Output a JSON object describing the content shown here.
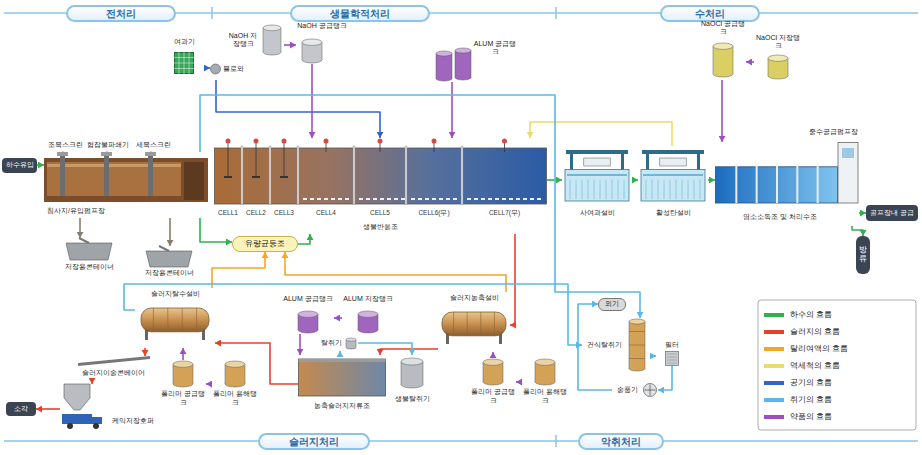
{
  "diagram": {
    "nodes": [
      {
        "text": [
          "전처리"
        ]
      },
      {
        "text": [
          "생물학적처리"
        ]
      },
      {
        "text": [
          "수처리"
        ]
      },
      {
        "text": [
          "하수유입"
        ]
      },
      {
        "text": [
          "침사지/유입펌프장"
        ]
      },
      {
        "text": [
          "저장용콘테이너"
        ]
      },
      {
        "text": [
          "저장용콘테이너"
        ]
      },
      {
        "text": [
          "여과기"
        ]
      },
      {
        "text": [
          "블로와"
        ]
      },
      {
        "text": [
          "NaOH 저장탱크"
        ]
      },
      {
        "text": [
          "NaOH 공급탱크"
        ]
      },
      {
        "text": [
          "ALUM 공급탱크"
        ]
      },
      {
        "text": [
          "생물반응조"
        ]
      },
      {
        "text": [
          "CELL1"
        ],
        "in": 12
      },
      {
        "text": [
          "CELL2"
        ],
        "in": 12
      },
      {
        "text": [
          "CELL3"
        ],
        "in": 12
      },
      {
        "text": [
          "CELL4"
        ],
        "in": 12
      },
      {
        "text": [
          "CELL5"
        ],
        "in": 12
      },
      {
        "text": [
          "CELL6(무)"
        ],
        "in": 12
      },
      {
        "text": [
          "CELL7(무)"
        ],
        "in": 12
      },
      {
        "text": [
          "유량균등조"
        ]
      },
      {
        "text": [
          "사여과설비"
        ]
      },
      {
        "text": [
          "활성탄설비"
        ]
      },
      {
        "text": [
          "NaOCl 공급탱크"
        ]
      },
      {
        "text": [
          "NaOCl 저장탱크"
        ]
      },
      {
        "text": [
          "염소소독조 및 처리수조"
        ]
      },
      {
        "text": [
          "중수공급펌프장"
        ]
      },
      {
        "text": [
          "골프장내 공급"
        ]
      },
      {
        "text": [
          "방류"
        ]
      },
      {
        "text": [
          "슬러지처리"
        ]
      },
      {
        "text": [
          "악취처리"
        ]
      },
      {
        "text": [
          "슬러지탈수설비"
        ]
      },
      {
        "text": [
          "슬러지이송콘베이어"
        ]
      },
      {
        "text": [
          "케익저장호퍼"
        ]
      },
      {
        "text": [
          "소각"
        ]
      },
      {
        "text": [
          "폴리머 공급탱크"
        ]
      },
      {
        "text": [
          "폴리머 용해탱크"
        ]
      },
      {
        "text": [
          "ALUM 공급탱크"
        ]
      },
      {
        "text": [
          "ALUM 저장탱크"
        ]
      },
      {
        "text": [
          "탈취기"
        ]
      },
      {
        "text": [
          "농축슬러지저류조"
        ]
      },
      {
        "text": [
          "생물탈취기"
        ]
      },
      {
        "text": [
          "슬러지농축설비"
        ]
      },
      {
        "text": [
          "폴리머 공급탱크"
        ]
      },
      {
        "text": [
          "폴리머 용해탱크"
        ]
      },
      {
        "text": [
          "외기"
        ]
      },
      {
        "text": [
          "건식탈취기"
        ]
      },
      {
        "text": [
          "필터"
        ]
      },
      {
        "text": [
          "송풍기"
        ]
      }
    ],
    "edges": [
      {
        "from": 3,
        "to": 4,
        "arrow": "to"
      },
      {
        "from": 4,
        "to": 20,
        "arrow": "to"
      },
      {
        "from": 20,
        "to": 12,
        "arrow": "to"
      },
      {
        "from": 12,
        "to": 21,
        "arrow": "to"
      },
      {
        "from": 21,
        "to": 22,
        "arrow": "to"
      },
      {
        "from": 22,
        "to": 25,
        "arrow": "to"
      },
      {
        "from": 25,
        "to": 27,
        "arrow": "to"
      },
      {
        "from": 25,
        "to": 28,
        "arrow": "to"
      },
      {
        "from": 4,
        "to": 5,
        "arrow": "to"
      },
      {
        "from": 4,
        "to": 6,
        "arrow": "to"
      },
      {
        "from": 7,
        "to": 8,
        "arrow": "to"
      },
      {
        "from": 8,
        "to": 12,
        "arrow": "to"
      },
      {
        "from": 9,
        "to": 10,
        "arrow": "to"
      },
      {
        "from": 10,
        "to": 12,
        "arrow": "to"
      },
      {
        "from": 11,
        "to": 12,
        "arrow": "to"
      },
      {
        "from": 24,
        "to": 23,
        "arrow": "to"
      },
      {
        "from": 23,
        "to": 25,
        "arrow": "to"
      },
      {
        "from": 12,
        "to": 42,
        "arrow": "to"
      },
      {
        "from": 42,
        "to": 40,
        "arrow": "to"
      },
      {
        "from": 40,
        "to": 31,
        "arrow": "to"
      },
      {
        "from": 31,
        "to": 32,
        "arrow": "to"
      },
      {
        "from": 32,
        "to": 33,
        "arrow": "to"
      },
      {
        "from": 33,
        "to": 34,
        "arrow": "to"
      },
      {
        "from": 31,
        "to": 20,
        "arrow": "to"
      },
      {
        "from": 42,
        "to": 20,
        "arrow": "to"
      },
      {
        "from": 22,
        "to": 12,
        "arrow": "to"
      },
      {
        "from": 4,
        "to": 46,
        "arrow": "to"
      },
      {
        "from": 31,
        "to": 46,
        "arrow": "to"
      },
      {
        "from": 40,
        "to": 39,
        "arrow": "to"
      },
      {
        "from": 39,
        "to": 41,
        "arrow": "to"
      },
      {
        "from": 46,
        "to": 47,
        "arrow": "to"
      },
      {
        "from": 47,
        "to": 48,
        "arrow": "to"
      },
      {
        "from": 48,
        "to": 45,
        "arrow": "to"
      },
      {
        "from": 36,
        "to": 35,
        "arrow": "to"
      },
      {
        "from": 35,
        "to": 31,
        "arrow": "to"
      },
      {
        "from": 38,
        "to": 37,
        "arrow": "to"
      },
      {
        "from": 37,
        "to": 40,
        "arrow": "to"
      },
      {
        "from": 44,
        "to": 43,
        "arrow": "to"
      },
      {
        "from": 43,
        "to": 42,
        "arrow": "to"
      }
    ],
    "labels": [
      "조목스크린",
      "협잡물파쇄기",
      "세목스크린"
    ],
    "legend": [
      {
        "text": "하수의 흐름",
        "color": "#2fb24c"
      },
      {
        "text": "슬러지의 흐름",
        "color": "#e8412b"
      },
      {
        "text": "탈리여액의 흐름",
        "color": "#f5a623"
      },
      {
        "text": "역세척의 흐름",
        "color": "#e9dc6a"
      },
      {
        "text": "공기의 흐름",
        "color": "#3463c9"
      },
      {
        "text": "취기의 흐름",
        "color": "#59b8e6"
      },
      {
        "text": "약품의 흐름",
        "color": "#9c4fc2"
      }
    ]
  }
}
